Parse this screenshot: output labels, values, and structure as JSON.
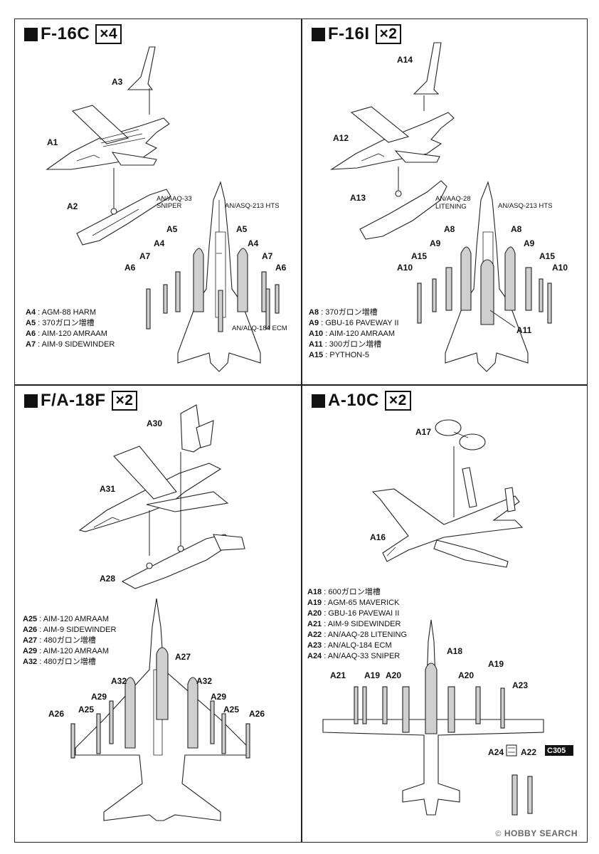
{
  "panels": {
    "f16c": {
      "title": "F-16C",
      "quantity": "×4",
      "labels": {
        "a1": "A1",
        "a2": "A2",
        "a3": "A3",
        "a4l": "A4",
        "a4r": "A4",
        "a5l": "A5",
        "a5r": "A5",
        "a6l": "A6",
        "a6r": "A6",
        "a7l": "A7",
        "a7r": "A7"
      },
      "callouts": {
        "sniper_1": "AN/AAQ-33",
        "sniper_2": "SNIPER",
        "hts": "AN/ASQ-213 HTS",
        "ecm": "AN/ALQ-184 ECM"
      },
      "legend": [
        {
          "code": "A4",
          "text": ": AGM-88 HARM"
        },
        {
          "code": "A5",
          "text": ": 370ガロン増槽"
        },
        {
          "code": "A6",
          "text": ": AIM-120 AMRAAM"
        },
        {
          "code": "A7",
          "text": ": AIM-9 SIDEWINDER"
        }
      ]
    },
    "f16i": {
      "title": "F-16I",
      "quantity": "×2",
      "labels": {
        "a12": "A12",
        "a13": "A13",
        "a14": "A14",
        "a8l": "A8",
        "a8r": "A8",
        "a9l": "A9",
        "a9r": "A9",
        "a10l": "A10",
        "a10r": "A10",
        "a15l": "A15",
        "a15r": "A15",
        "a11": "A11"
      },
      "callouts": {
        "litening_1": "AN/AAQ-28",
        "litening_2": "LITENING",
        "hts": "AN/ASQ-213 HTS"
      },
      "legend": [
        {
          "code": "A8",
          "text": ": 370ガロン増槽"
        },
        {
          "code": "A9",
          "text": ": GBU-16 PAVEWAY II"
        },
        {
          "code": "A10",
          "text": ": AIM-120 AMRAAM"
        },
        {
          "code": "A11",
          "text": ": 300ガロン増槽"
        },
        {
          "code": "A15",
          "text": ": PYTHON-5"
        }
      ]
    },
    "fa18f": {
      "title": "F/A-18F",
      "quantity": "×2",
      "labels": {
        "a30": "A30",
        "a31": "A31",
        "a28": "A28",
        "a27": "A27",
        "a32l": "A32",
        "a32r": "A32",
        "a29l": "A29",
        "a29r": "A29",
        "a25l": "A25",
        "a25r": "A25",
        "a26l": "A26",
        "a26r": "A26"
      },
      "legend": [
        {
          "code": "A25",
          "text": ": AIM-120 AMRAAM"
        },
        {
          "code": "A26",
          "text": ": AIM-9 SIDEWINDER"
        },
        {
          "code": "A27",
          "text": ": 480ガロン増槽"
        },
        {
          "code": "A29",
          "text": ": AIM-120 AMRAAM"
        },
        {
          "code": "A32",
          "text": ": 480ガロン増槽"
        }
      ]
    },
    "a10c": {
      "title": "A-10C",
      "quantity": "×2",
      "labels": {
        "a17": "A17",
        "a16": "A16",
        "a18": "A18",
        "a21": "A21",
        "a19l": "A19",
        "a19r": "A19",
        "a20l": "A20",
        "a20r": "A20",
        "a23": "A23",
        "a24": "A24",
        "a22": "A22",
        "c305": "C305"
      },
      "legend": [
        {
          "code": "A18",
          "text": ": 600ガロン増槽"
        },
        {
          "code": "A19",
          "text": ": AGM-65 MAVERICK"
        },
        {
          "code": "A20",
          "text": ": GBU-16 PAVEWAI II"
        },
        {
          "code": "A21",
          "text": ": AIM-9 SIDEWINDER"
        },
        {
          "code": "A22",
          "text": ": AN/AAQ-28 LITENING"
        },
        {
          "code": "A23",
          "text": ": AN/ALQ-184 ECM"
        },
        {
          "code": "A24",
          "text": ": AN/AAQ-33 SNIPER"
        }
      ]
    }
  },
  "watermark": {
    "brand": "HOBBY SEARCH",
    "copyright": "©"
  }
}
